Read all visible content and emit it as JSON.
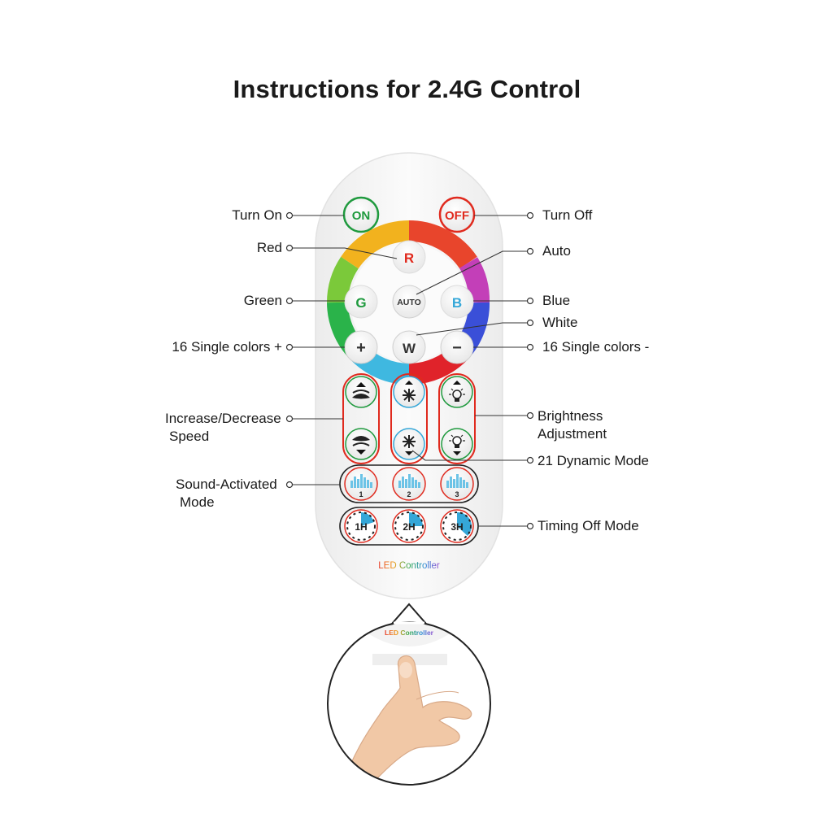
{
  "title": "Instructions for 2.4G Control",
  "remote": {
    "brand_label": "LED Controller",
    "buttons": {
      "on": "ON",
      "off": "OFF",
      "red": "R",
      "green": "G",
      "blue": "B",
      "auto": "AUTO",
      "white": "W",
      "plus": "+",
      "minus": "−",
      "sound_1": "1",
      "sound_2": "2",
      "sound_3": "3",
      "timer_1": "1H",
      "timer_2": "2H",
      "timer_3": "3H"
    }
  },
  "callouts": {
    "turn_on": "Turn On",
    "turn_off": "Turn Off",
    "red": "Red",
    "auto": "Auto",
    "green": "Green",
    "blue": "Blue",
    "white": "White",
    "single_plus": "16 Single colors +",
    "single_minus": "16 Single colors -",
    "speed_line1": "Increase/Decrease",
    "speed_line2": "Speed",
    "brightness_line1": "Brightness",
    "brightness_line2": "Adjustment",
    "dynamic_mode": "21 Dynamic Mode",
    "sound_line1": "Sound-Activated",
    "sound_line2": "Mode",
    "timing_off": "Timing Off Mode"
  },
  "inset": {
    "brand_label": "LED Controller"
  },
  "colors": {
    "red": "#e02a1e",
    "green": "#1f9a3e",
    "blue": "#35a7d8",
    "text": "#1a1a1a",
    "remote_body": "#f6f6f6"
  }
}
